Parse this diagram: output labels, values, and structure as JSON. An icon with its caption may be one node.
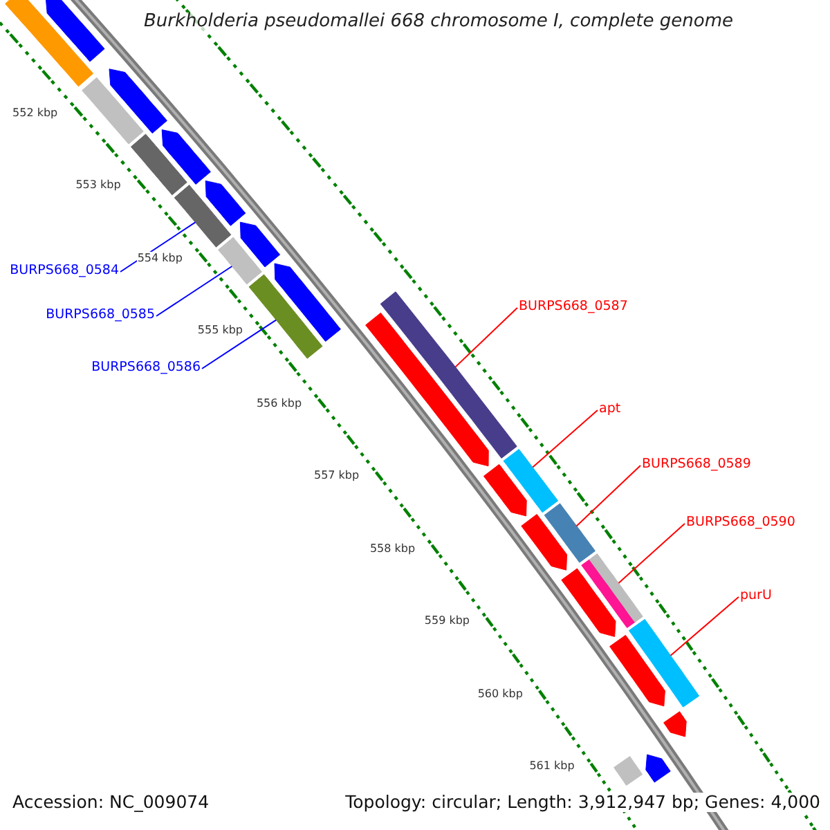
{
  "diagram": {
    "title": "Burkholderia pseudomallei 668 chromosome I, complete genome",
    "nodes": [
      {
        "text": [
          "BURPS668_0584"
        ]
      },
      {
        "text": [
          "BURPS668_0585"
        ]
      },
      {
        "text": [
          "BURPS668_0586"
        ]
      },
      {
        "text": [
          "BURPS668_0587"
        ]
      },
      {
        "text": [
          "apt"
        ]
      },
      {
        "text": [
          "BURPS668_0589"
        ]
      },
      {
        "text": [
          "BURPS668_0590"
        ]
      },
      {
        "text": [
          "purU"
        ]
      },
      {
        "text": [],
        "shape": "arrow"
      },
      {
        "text": [],
        "shape": "bar"
      },
      {
        "text": [],
        "shape": "bar"
      },
      {
        "text": [],
        "shape": "arrow"
      },
      {
        "text": [],
        "shape": "bar"
      },
      {
        "text": [],
        "shape": "arrow"
      },
      {
        "text": [],
        "shape": "bar"
      },
      {
        "text": [],
        "shape": "arrow"
      },
      {
        "text": [],
        "shape": "arrow"
      },
      {
        "text": [],
        "shape": "bar"
      },
      {
        "text": [],
        "shape": "arrow"
      },
      {
        "text": [],
        "shape": "bar"
      },
      {
        "text": [],
        "shape": "bar"
      },
      {
        "text": [],
        "shape": "arrow"
      },
      {
        "text": [],
        "shape": "bar"
      },
      {
        "text": [],
        "shape": "arrow"
      },
      {
        "text": [],
        "shape": "bar"
      },
      {
        "text": [],
        "shape": "arrow"
      },
      {
        "text": [],
        "shape": "bar"
      },
      {
        "text": [],
        "shape": "bar"
      },
      {
        "text": [],
        "shape": "arrow"
      },
      {
        "text": [],
        "shape": "bar"
      },
      {
        "text": [],
        "shape": "arrow"
      },
      {
        "text": [],
        "shape": "arrow"
      },
      {
        "text": [],
        "shape": "bar"
      },
      {
        "text": [],
        "shape": "arrow"
      }
    ],
    "edges": [
      {
        "from": 0,
        "to": 14,
        "arrow": "none",
        "color": "#0000ff"
      },
      {
        "from": 1,
        "to": 17,
        "arrow": "none",
        "color": "#0000ff"
      },
      {
        "from": 2,
        "to": 19,
        "arrow": "none",
        "color": "#0000ff"
      },
      {
        "from": 3,
        "to": 20,
        "arrow": "none"
      },
      {
        "from": 4,
        "to": 22,
        "arrow": "none"
      },
      {
        "from": 5,
        "to": 24,
        "arrow": "none"
      },
      {
        "from": 6,
        "to": 27,
        "arrow": "none"
      },
      {
        "from": 7,
        "to": 29,
        "arrow": "none"
      }
    ],
    "labels": [
      "552 kbp",
      "553 kbp",
      "554 kbp",
      "555 kbp",
      "556 kbp",
      "557 kbp",
      "558 kbp",
      "559 kbp",
      "560 kbp",
      "561 kbp",
      "Accession: NC_009074",
      "Topology: circular; Length: 3,912,947 bp; Genes: 4,000"
    ]
  }
}
